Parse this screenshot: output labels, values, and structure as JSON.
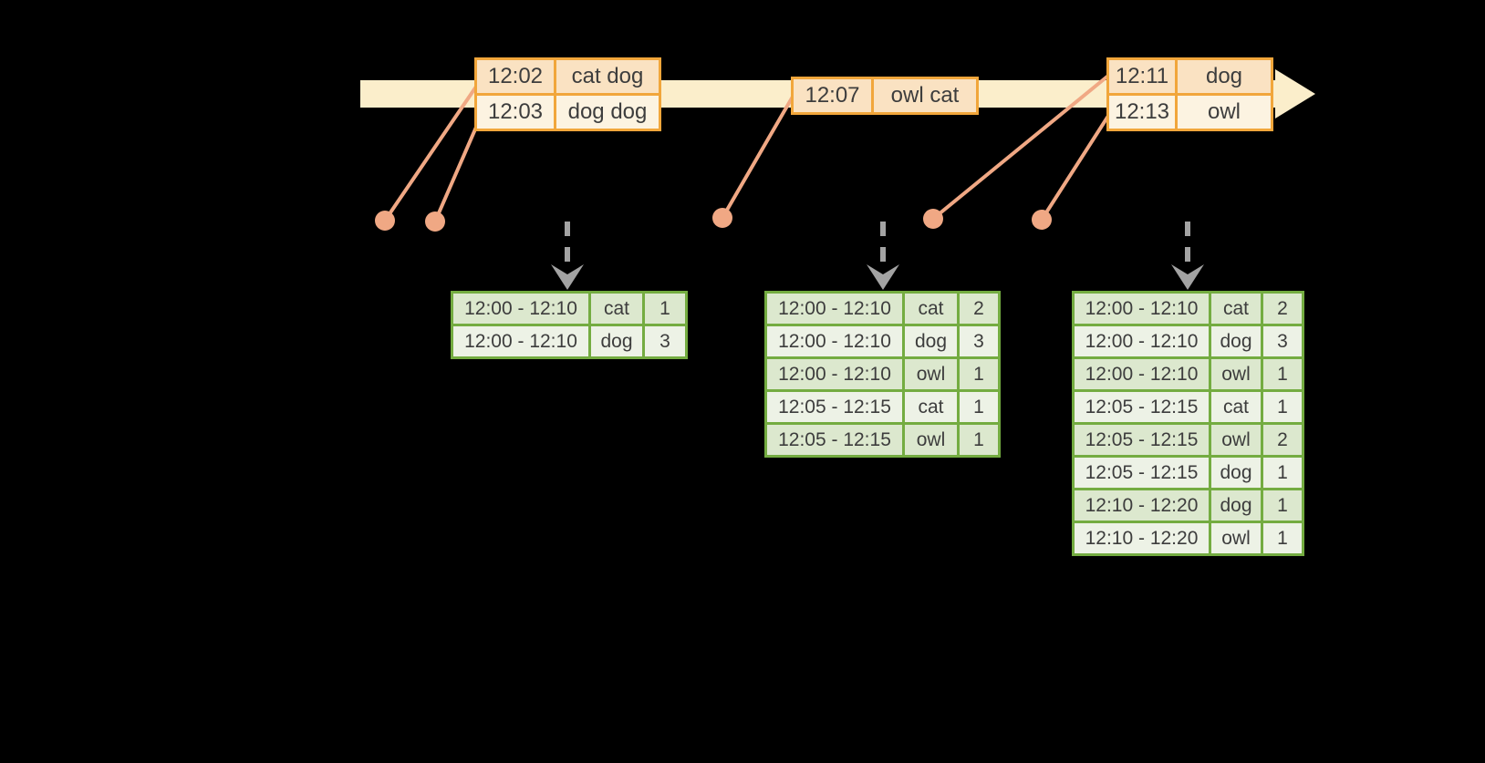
{
  "diagram": {
    "colors": {
      "background": "#000000",
      "timeline_fill": "#FBEECB",
      "event_table_border": "#F1A63B",
      "event_row_peach": "#FAE2C2",
      "event_row_cream": "#FCF3E1",
      "event_connector_salmon": "#F0A884",
      "result_table_border": "#74AC41",
      "result_row_dark": "#DCE8CE",
      "result_row_light": "#EDF2E6",
      "trigger_arrow_gray": "#A3A3A3",
      "text": "#3D3D3D"
    },
    "icons": {
      "timeline_arrowhead": "right-block-arrow",
      "event_dot": "filled-circle",
      "trigger_arrow": "dashed-down-arrow"
    },
    "event_tables": [
      {
        "rows": [
          {
            "time": "12:02",
            "words": "cat dog"
          },
          {
            "time": "12:03",
            "words": "dog dog"
          }
        ]
      },
      {
        "rows": [
          {
            "time": "12:07",
            "words": "owl cat"
          }
        ]
      },
      {
        "rows": [
          {
            "time": "12:11",
            "words": "dog"
          },
          {
            "time": "12:13",
            "words": "owl"
          }
        ]
      }
    ],
    "result_tables": [
      {
        "rows": [
          {
            "window": "12:00 - 12:10",
            "word": "cat",
            "count": "1"
          },
          {
            "window": "12:00 - 12:10",
            "word": "dog",
            "count": "3"
          }
        ]
      },
      {
        "rows": [
          {
            "window": "12:00 - 12:10",
            "word": "cat",
            "count": "2"
          },
          {
            "window": "12:00 - 12:10",
            "word": "dog",
            "count": "3"
          },
          {
            "window": "12:00 - 12:10",
            "word": "owl",
            "count": "1"
          },
          {
            "window": "12:05 - 12:15",
            "word": "cat",
            "count": "1"
          },
          {
            "window": "12:05 - 12:15",
            "word": "owl",
            "count": "1"
          }
        ]
      },
      {
        "rows": [
          {
            "window": "12:00 - 12:10",
            "word": "cat",
            "count": "2"
          },
          {
            "window": "12:00 - 12:10",
            "word": "dog",
            "count": "3"
          },
          {
            "window": "12:00 - 12:10",
            "word": "owl",
            "count": "1"
          },
          {
            "window": "12:05 - 12:15",
            "word": "cat",
            "count": "1"
          },
          {
            "window": "12:05 - 12:15",
            "word": "owl",
            "count": "2"
          },
          {
            "window": "12:05 - 12:15",
            "word": "dog",
            "count": "1"
          },
          {
            "window": "12:10 - 12:20",
            "word": "dog",
            "count": "1"
          },
          {
            "window": "12:10 - 12:20",
            "word": "owl",
            "count": "1"
          }
        ]
      }
    ]
  }
}
